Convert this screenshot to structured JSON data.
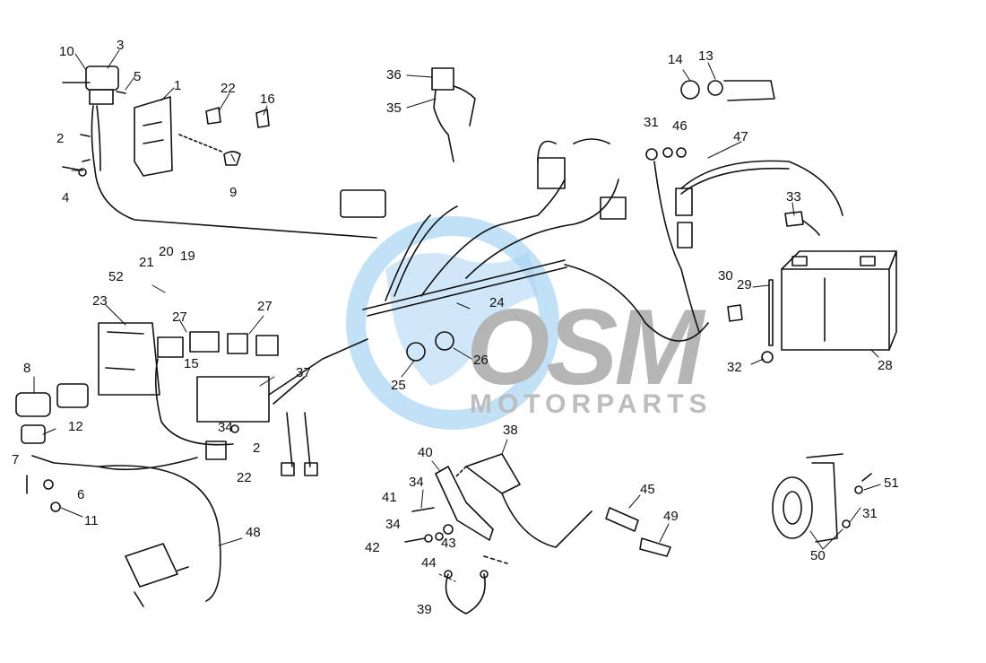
{
  "watermark": {
    "logo": "OSM",
    "text": "MOTORPARTS",
    "globe_color": "#7fc0ea",
    "text_color": "#b5b5b5"
  },
  "labels": {
    "l1": "1",
    "l2a": "2",
    "l2b": "2",
    "l3": "3",
    "l4": "4",
    "l5": "5",
    "l6": "6",
    "l7": "7",
    "l8": "8",
    "l9": "9",
    "l10": "10",
    "l11": "11",
    "l12": "12",
    "l13": "13",
    "l14": "14",
    "l15": "15",
    "l16": "16",
    "l19": "19",
    "l20": "20",
    "l21": "21",
    "l22a": "22",
    "l22b": "22",
    "l23": "23",
    "l24": "24",
    "l25": "25",
    "l26": "26",
    "l27a": "27",
    "l27b": "27",
    "l28": "28",
    "l29": "29",
    "l30": "30",
    "l31a": "31",
    "l31b": "31",
    "l32": "32",
    "l33": "33",
    "l34a": "34",
    "l34b": "34",
    "l34c": "34",
    "l35": "35",
    "l36": "36",
    "l37": "37",
    "l38": "38",
    "l39": "39",
    "l40": "40",
    "l41": "41",
    "l42": "42",
    "l43": "43",
    "l44": "44",
    "l45": "45",
    "l46": "46",
    "l47": "47",
    "l48": "48",
    "l49": "49",
    "l50": "50",
    "l51": "51",
    "l52": "52"
  }
}
